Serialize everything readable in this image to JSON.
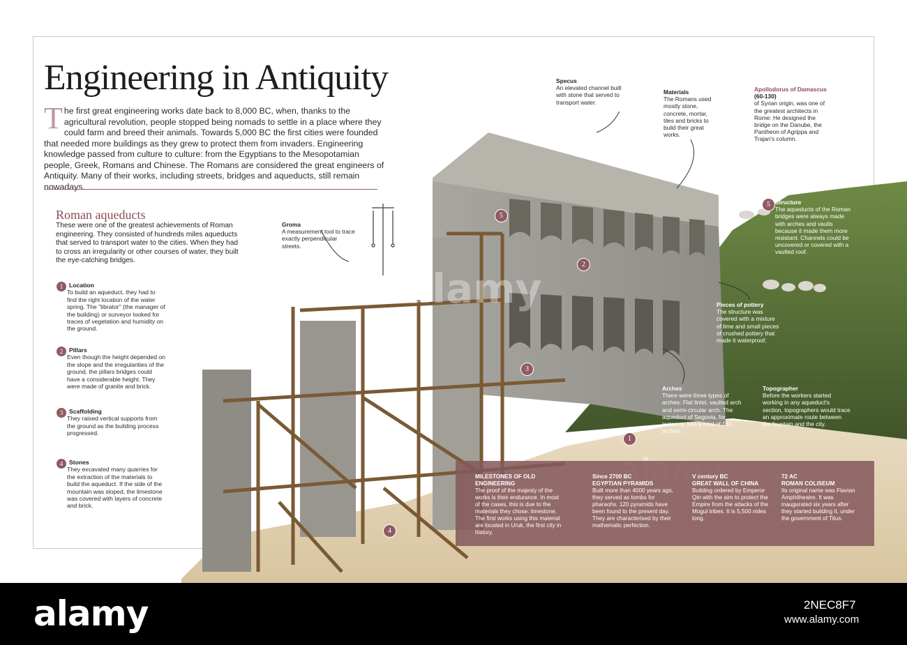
{
  "title": "Engineering in Antiquity",
  "intro": {
    "dropcap": "T",
    "text": "he first great engineering works date back to 8,000 BC, when, thanks to the agricultural revolution, people stopped being nomads to settle in a place where they could farm and breed their animals. Towards 5,000 BC the first cities were founded that needed more buildings as they grew to protect them from invaders.  Engineering knowledge passed from culture to culture: from the Egyptians to the Mesopotamian people, Greek, Romans and Chinese. The Romans are considered the great engineers of Antiquity.  Many of their works, including streets, bridges and aqueducts, still remain nowadays."
  },
  "aqueducts": {
    "heading": "Roman aqueducts",
    "text": "These were one of the greatest achievements of Roman engineering. They consisted of hundreds miles aqueducts that served to transport water to the cities.  When they had to cross an irregularity or other courses of water, they built the eye-catching bridges."
  },
  "steps": [
    {
      "num": "1",
      "head": "Location",
      "body": "To build an aqueduct, they had to find the right location of the water spring. The \"librator\" (the manager of the building) or surveyor looked for traces of vegetation and humidity on the ground."
    },
    {
      "num": "2",
      "head": "Pillars",
      "body": "Even though the height depended on the slope and the irregularities of the ground, the pillars bridges could have a considerable height. They were made of granite and brick."
    },
    {
      "num": "3",
      "head": "Scaffolding",
      "body": "They raised vertical supports from the ground as the building process progressed."
    },
    {
      "num": "4",
      "head": "Stones",
      "body": "They excavated many quarries for the extraction of the materials to build the aqueduct. If the side of the mountain was sloped, the limestone was covered with layers of concrete and brick."
    }
  ],
  "callouts": {
    "groma": {
      "head": "Groma",
      "body": "A measurement tool to trace exactly perpendicular streets."
    },
    "specus": {
      "head": "Specus",
      "body": "An elevated channel built with stone that served to transport water."
    },
    "materials": {
      "head": "Materials",
      "body": "The Romans used mostly stone, concrete, mortar, tiles and bricks to build their great works."
    },
    "apollodorus": {
      "name": "Apollodorus of Damascus",
      "years": "(60-130)",
      "body": "of Syrian origin, was one of the greatest architects in Rome: He designed the bridge on the Danube, the Pantheon of Agrippa and Trajan's column."
    },
    "structure": {
      "head": "Structure",
      "body": "The aqueducts of the Roman bridges were always made with arches and vaults because it made them more resistant. Channels could be uncovered or covered with a vaulted roof."
    },
    "pottery": {
      "head": "Pieces of pottery",
      "body": "The structure was covered with a mixture of lime and small pieces of crushed pottery that made it waterproof."
    },
    "arches": {
      "head": "Arches",
      "body": "There were three types of arches: Flat lintel, vaulted arch and semi-circular arch. The aqueduct of Segovia, for instance, has a total of 162 arches."
    },
    "topographer": {
      "head": "Topographer",
      "body": "Before the workers started working in any aqueduct's section, topographers would trace an approximate route between the fountain and the city."
    }
  },
  "markers": [
    "5",
    "2",
    "3",
    "4",
    "1",
    "5"
  ],
  "milestones": [
    {
      "head1": "MILESTONES OF OLD",
      "head2": "ENGINEERING",
      "body": "The proof of the majesty of the works is their endurance.  In most of the cases, this is due to the materials they chose: limestone. The first works using this material are located in Uruk, the first city in history."
    },
    {
      "head1": "Since 2700 BC",
      "head2": "EGYPTIAN PYRAMIDS",
      "body": "Built more than 4000 years ago, they served as tombs for pharaohs.  120 pyramids have been found to the present day. They are characterised by their mathematic perfection."
    },
    {
      "head1": "V century BC",
      "head2": "GREAT WALL OF CHINA",
      "body": "Building ordered by Emperor Qin with the aim to protect the Empire from the attacks of the Mogul tribes.  It is 5,500 miles long."
    },
    {
      "head1": "72 AC",
      "head2": "ROMAN COLISEUM",
      "body": "Its original name was Flavian Amphitheatre.  It was inaugurated six years after they started building it, under the government of Titus."
    }
  ],
  "footer": {
    "logo": "alamy",
    "code": "2NEC8F7",
    "url": "www.alamy.com"
  },
  "watermark": "alamy",
  "colors": {
    "accent": "#8a4d54",
    "panel": "#85585c",
    "footer": "#000000"
  }
}
